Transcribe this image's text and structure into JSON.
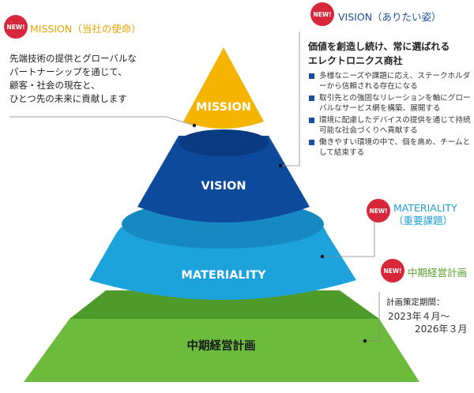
{
  "badges": {
    "new": "NEW!"
  },
  "mission": {
    "heading": "MISSION（当社の使命）",
    "layer_label": "MISSION",
    "body_lines": [
      "先端技術の提供とグローバルな",
      "パートナーシップを通じて、",
      "顧客・社会の現在と、",
      "ひとつ先の未来に貢献します"
    ]
  },
  "vision": {
    "heading": "VISION（ありたい姿）",
    "layer_label": "VISION",
    "bold_lines": [
      "価値を創造し続け、常に選ばれる",
      "エレクトロニクス商社"
    ],
    "bullets": [
      "多様なニーズや課題に応え、ステークホルダーから信頼される存在になる",
      "取引先との強固なリレーションを軸にグローバルなサービス網を構築、展開する",
      "環境に配慮したデバイスの提供を通じて持続可能な社会づくりへ貢献する",
      "働きやすい環境の中で、個を高め、チームとして結束する"
    ]
  },
  "materiality": {
    "heading_line1": "MATERIALITY",
    "heading_line2": "（重要課題）",
    "layer_label": "MATERIALITY"
  },
  "plan": {
    "heading": "中期経営計画",
    "layer_label": "中期経営計画",
    "period_label": "計画策定期間：",
    "period_start": "2023年４月〜",
    "period_end": "2026年３月"
  },
  "colors": {
    "mission": "#f5b400",
    "vision": "#0d4a9c",
    "materiality": "#1da3dc",
    "plan": "#6cbb3c",
    "badge": "#d6283a"
  }
}
